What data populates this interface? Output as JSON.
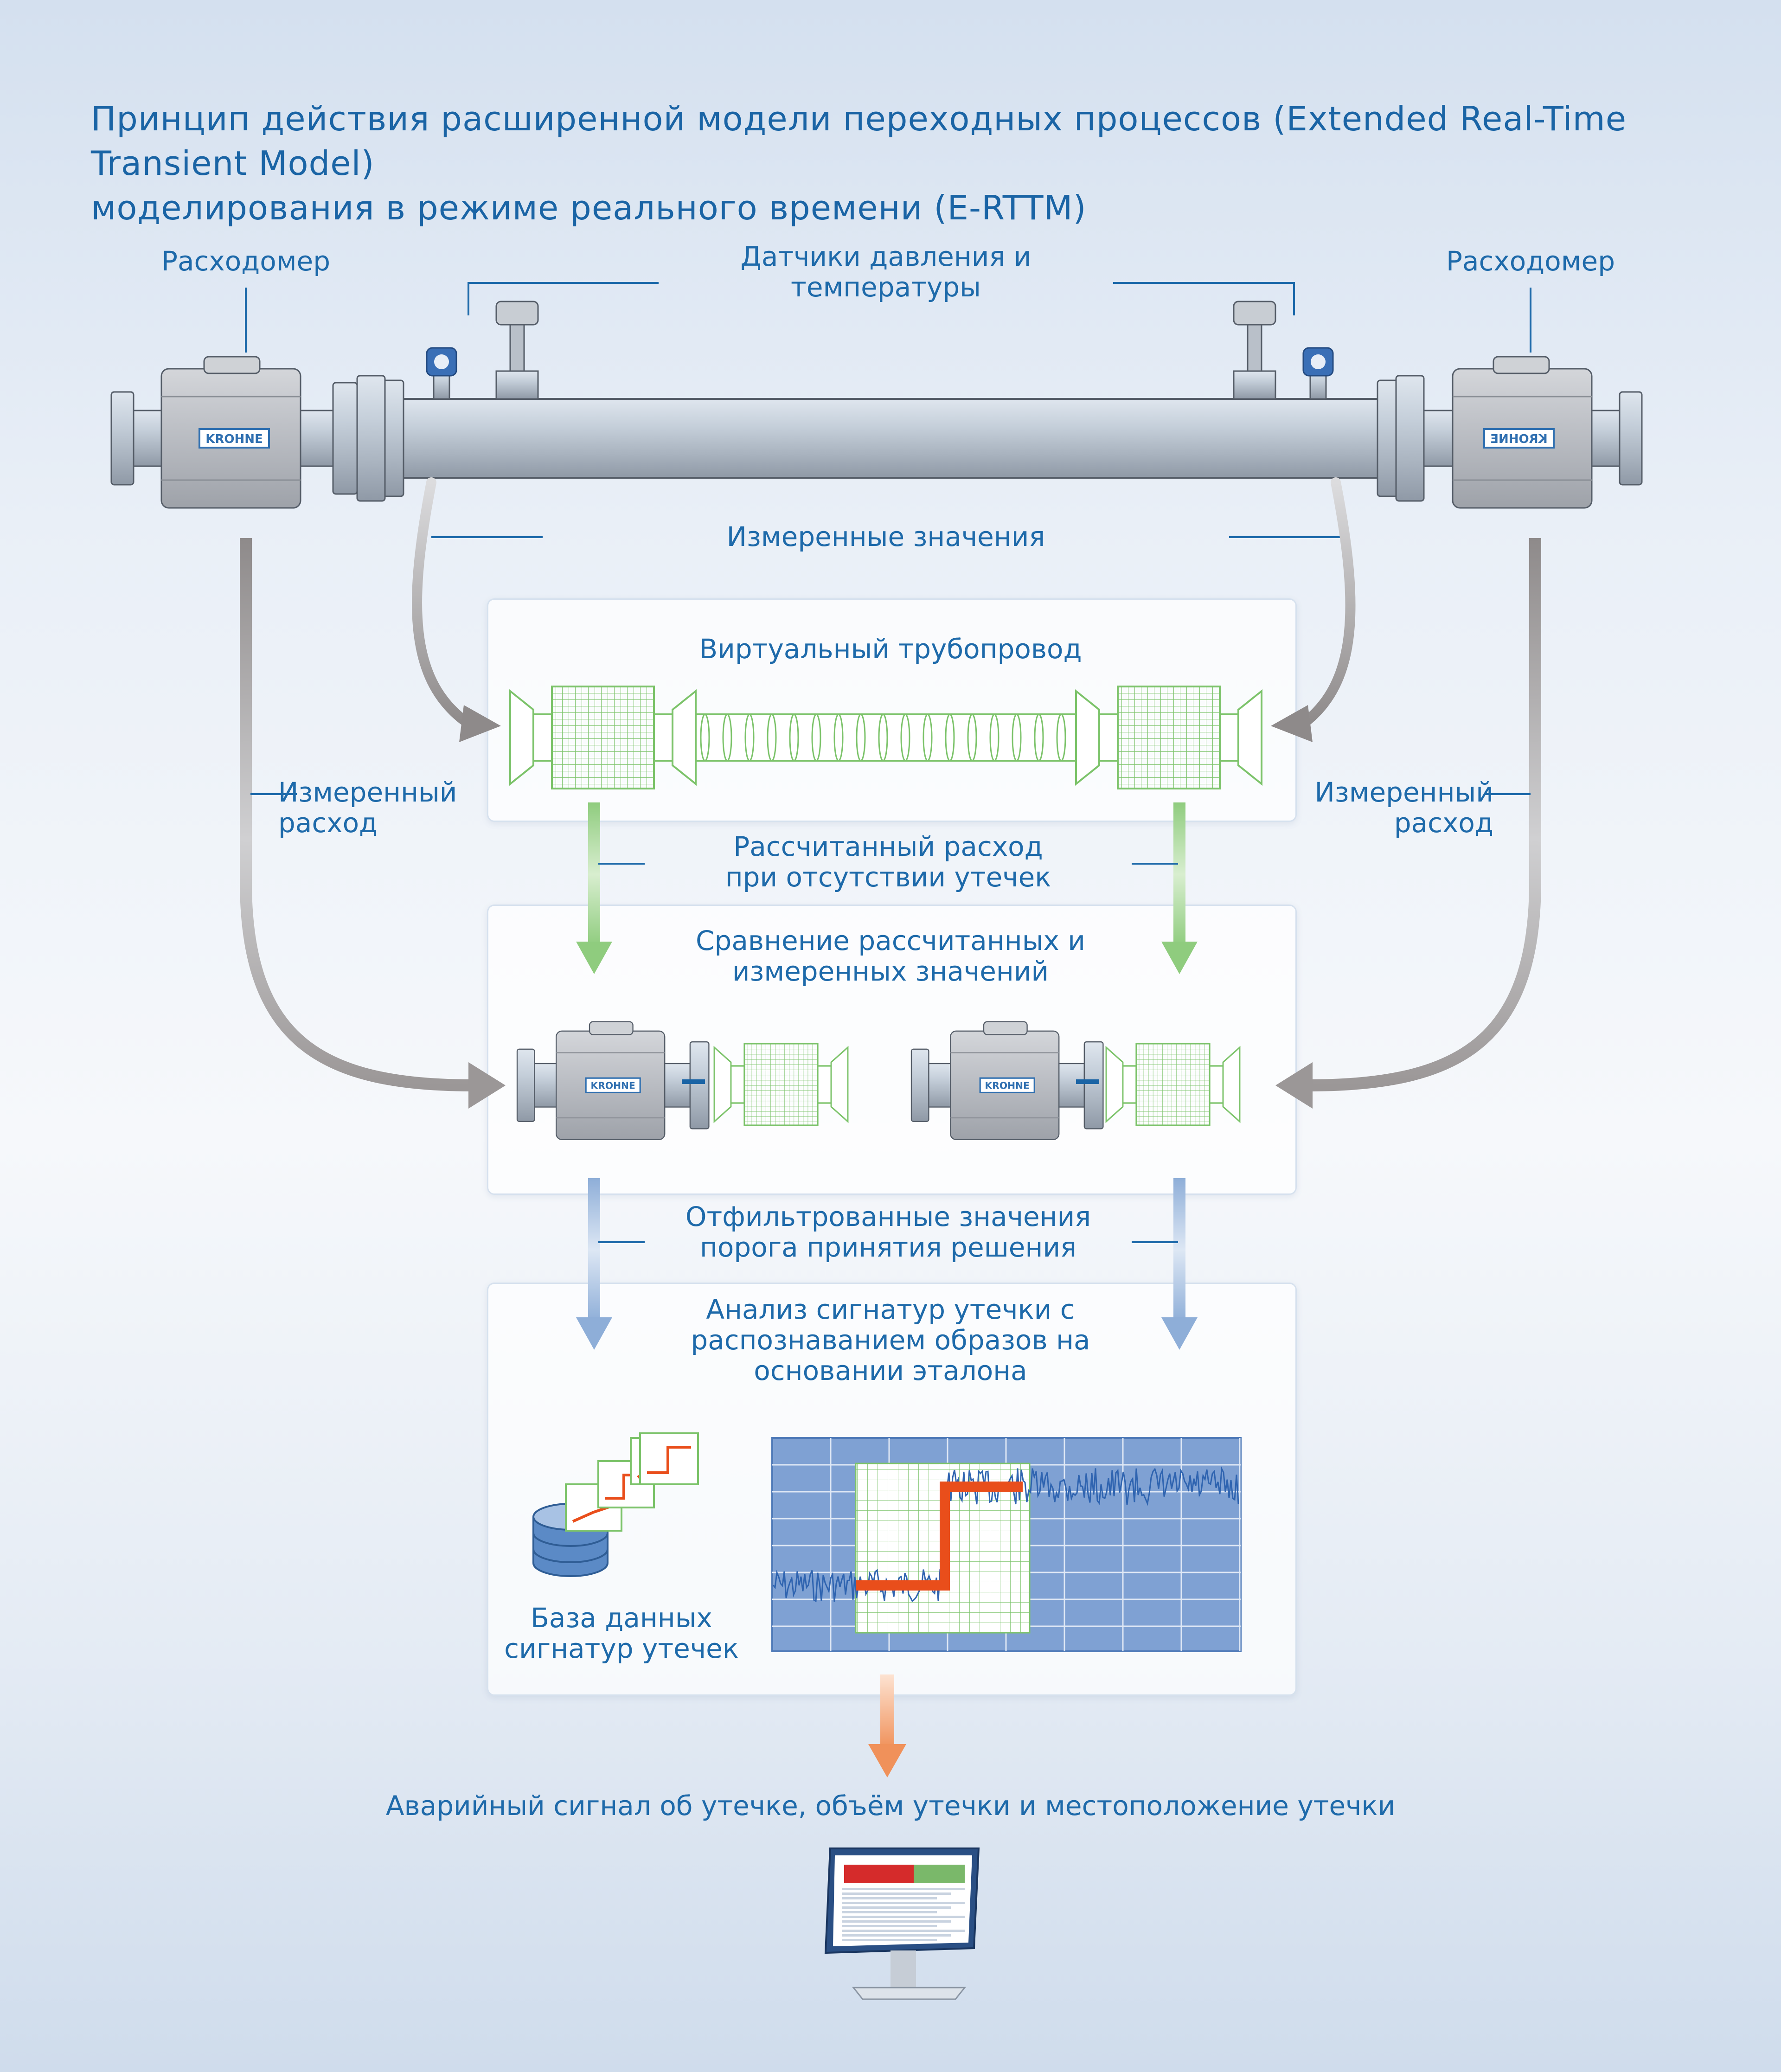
{
  "title": {
    "line1": "Принцип действия расширенной модели переходных процессов (Extended Real-Time Transient Model)",
    "line2": "моделирования в режиме реального времени (E-RTTM)"
  },
  "labels": {
    "flowmeter_left": "Расходомер",
    "flowmeter_right": "Расходомер",
    "pt_sensors_line1": "Датчики давления и",
    "pt_sensors_line2": "температуры",
    "measured_values": "Измеренные значения",
    "virtual_pipeline": "Виртуальный трубопровод",
    "measured_flow_line1": "Измеренный",
    "measured_flow_line2": "расход",
    "measured_flow_r_line1": "Измеренный",
    "measured_flow_r_line2": "расход",
    "calculated_flow_line1": "Рассчитанный расход",
    "calculated_flow_line2": "при отсутствии утечек",
    "comparison_line1": "Сравнение рассчитанных и",
    "comparison_line2": "измеренных значений",
    "filtered_line1": "Отфильтрованные значения",
    "filtered_line2": "порога принятия решения",
    "analysis_line1": "Анализ сигнатур утечки с",
    "analysis_line2": "распознаванием образов на",
    "analysis_line3": "основании эталона",
    "database_line1": "База данных",
    "database_line2": "сигнатур утечек",
    "output": "Аварийный сигнал об утечке, объём утечки и местоположение утечки",
    "brand": "KROHNE"
  },
  "colors": {
    "title": "#1a64a5",
    "virtual_green": "#7cc36a",
    "arrow_grey": "#9a9898",
    "arrow_green": "#8fcc7e",
    "arrow_blue": "#8eaed8",
    "arrow_orange": "#f0915a",
    "signature_red": "#e94e1b",
    "chart_blue": "#5b8ac6"
  },
  "icons": [
    "flowmeter-icon",
    "pressure-sensor-icon",
    "temperature-sensor-icon",
    "database-icon",
    "chart-document-icon",
    "monitor-icon"
  ]
}
